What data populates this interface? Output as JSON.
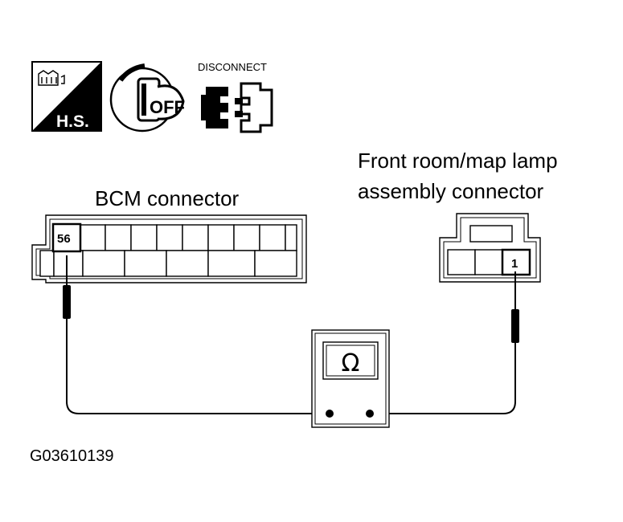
{
  "icons": {
    "hs_icon_label": "H.S.",
    "ignition_off_label": "OFF",
    "disconnect_label": "DISCONNECT"
  },
  "bcm": {
    "title": "BCM connector",
    "pin_label": "56"
  },
  "lamp": {
    "title_line1": "Front room/map lamp",
    "title_line2": "assembly connector",
    "pin_label": "1"
  },
  "meter": {
    "symbol": "Ω"
  },
  "figure_id": "G03610139"
}
